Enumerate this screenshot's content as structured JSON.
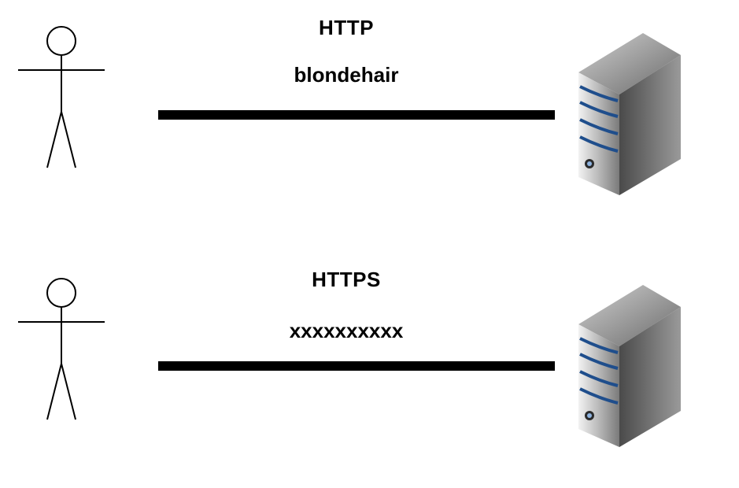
{
  "diagram": {
    "http": {
      "protocol": "HTTP",
      "payload": "blondehair"
    },
    "https": {
      "protocol": "HTTPS",
      "payload": "xxxxxxxxxx"
    }
  },
  "icons": {
    "actor": "stick-figure-user-icon",
    "server": "server-tower-icon"
  },
  "colors": {
    "line": "#000000",
    "server_stripe": "#1f4e8c"
  }
}
